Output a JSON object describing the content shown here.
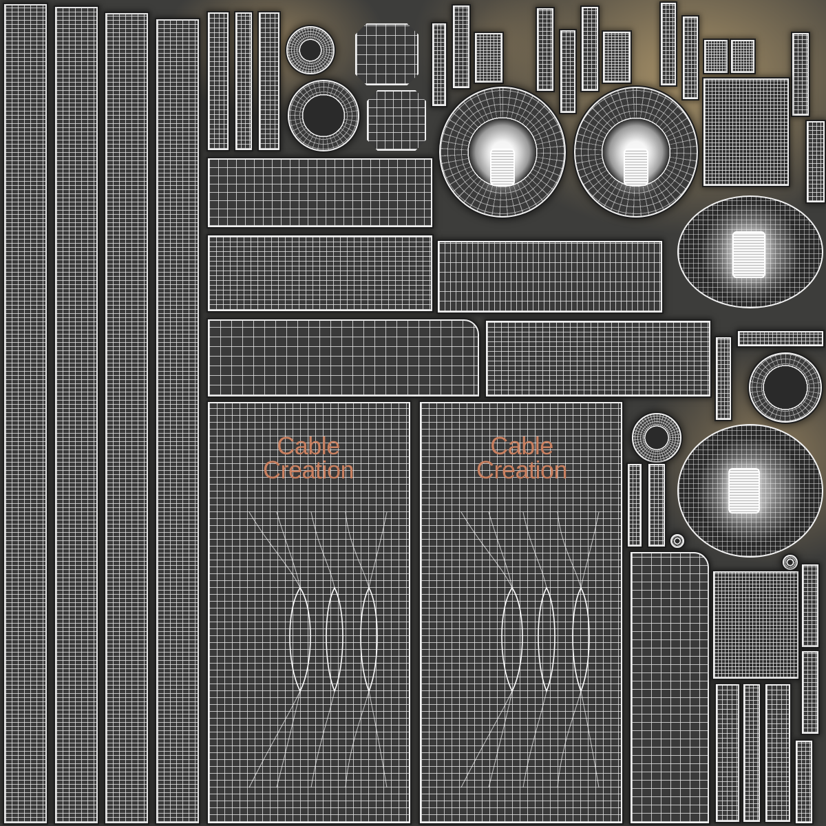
{
  "canvas": {
    "background": "#3d3d3b",
    "wire_color": "#f2f2f2",
    "tint_color": "#b7986a"
  },
  "labels": [
    {
      "id": "left-panel",
      "line1": "Cable",
      "line2": "Creation",
      "color": "#c98060"
    },
    {
      "id": "right-panel",
      "line1": "Cable",
      "line2": "Creation",
      "color": "#c98060"
    }
  ]
}
